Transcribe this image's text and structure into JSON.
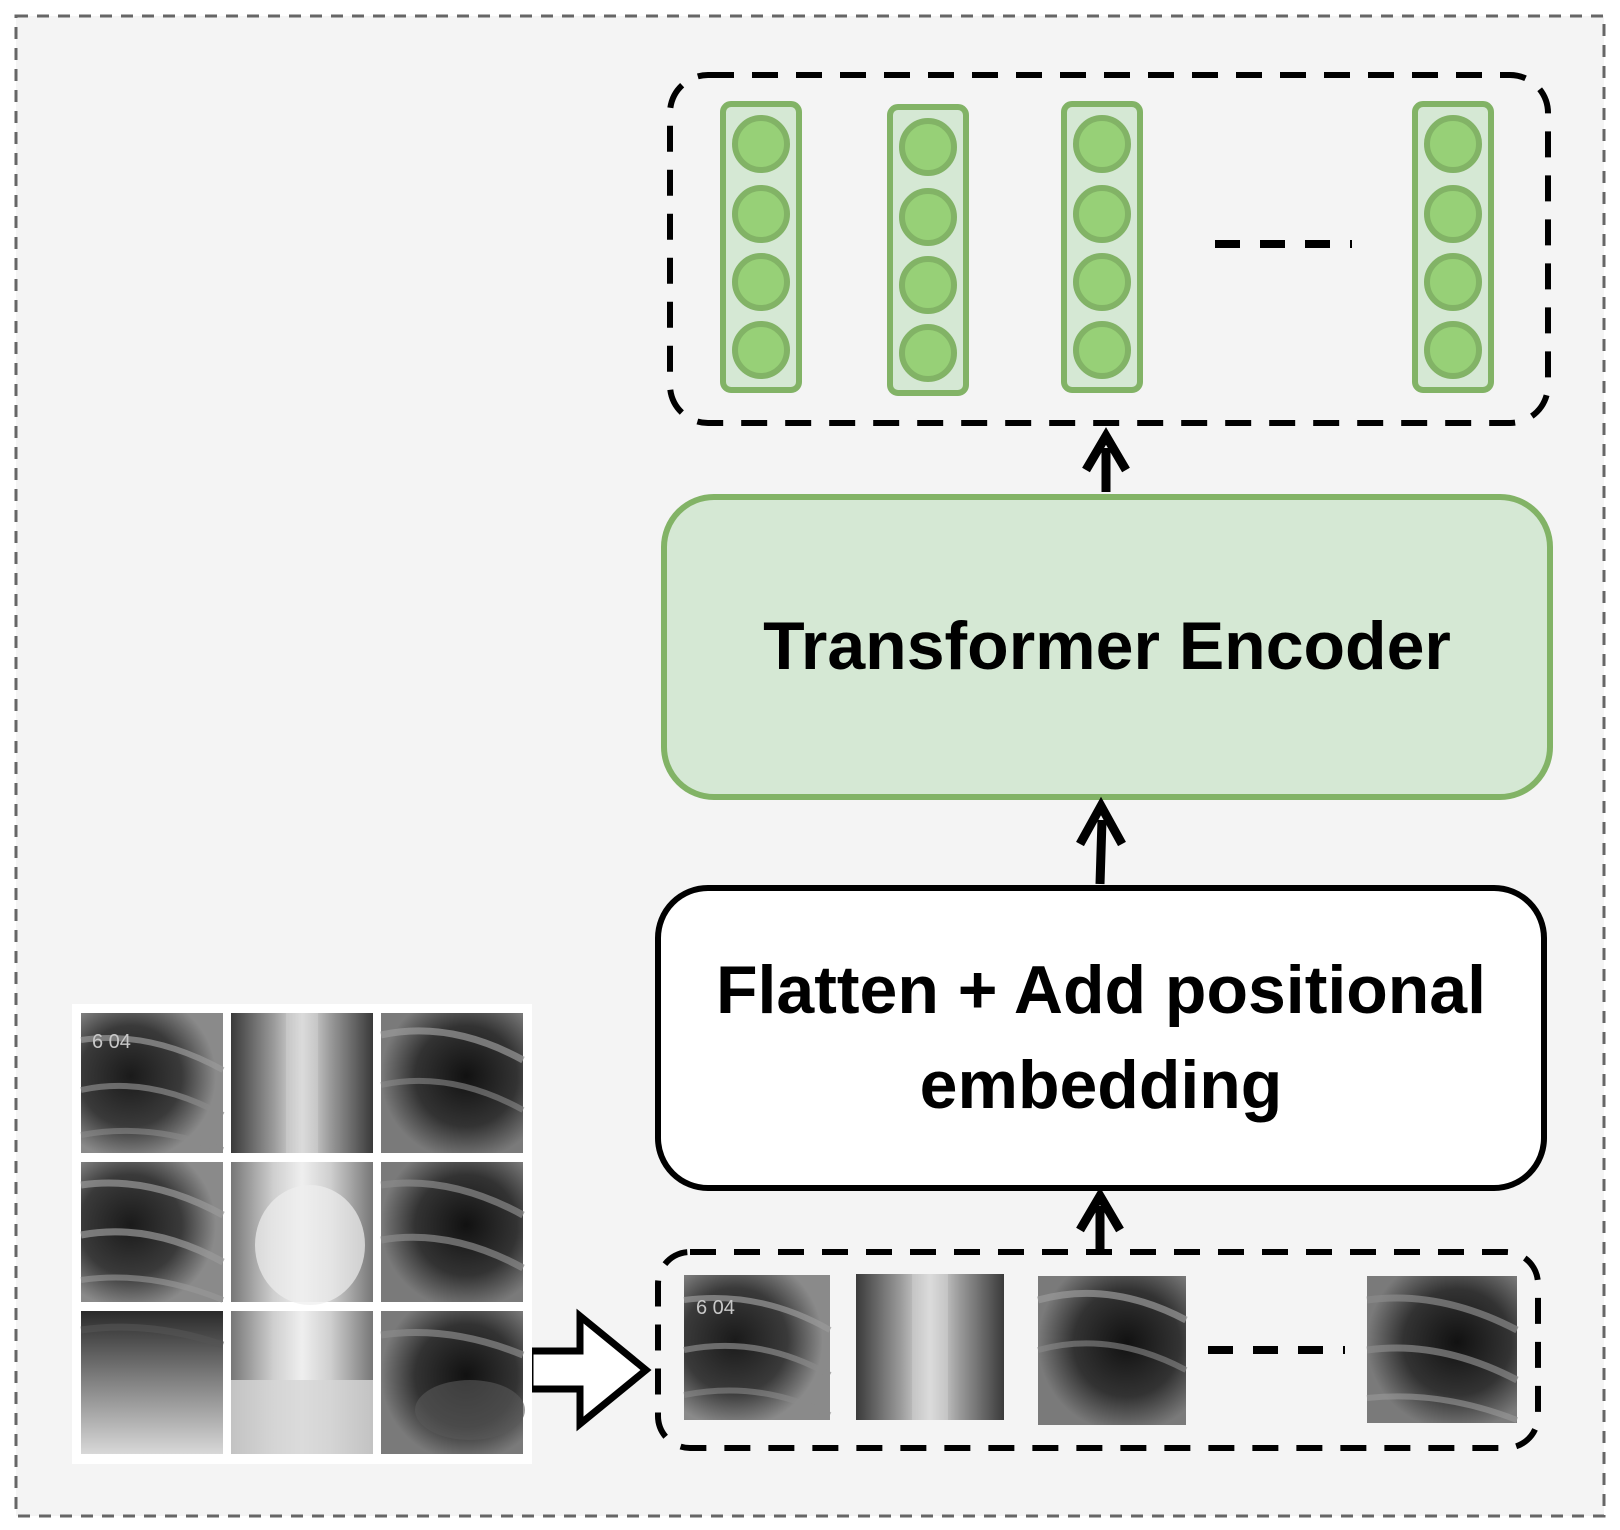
{
  "diagram": {
    "encoder_label": "Transformer Encoder",
    "flatten_label": "Flatten + Add positional embedding",
    "xray_overlay_text": "6 04",
    "output_token_count_shown": 4,
    "nodes_per_token": 4,
    "image_patch_count_shown": 4,
    "grid_rows": 3,
    "grid_cols": 3
  },
  "colors": {
    "background": "#f4f4f4",
    "outer_border": "#666666",
    "encoder_fill": "#d5e8d4",
    "encoder_stroke": "#82b366",
    "node_fill": "#97d077",
    "node_stroke": "#82b366",
    "flatten_fill": "#ffffff",
    "stroke": "#000000"
  },
  "icons": {
    "arrow": "up-arrow-icon",
    "hollow_arrow": "right-hollow-arrow-icon"
  }
}
